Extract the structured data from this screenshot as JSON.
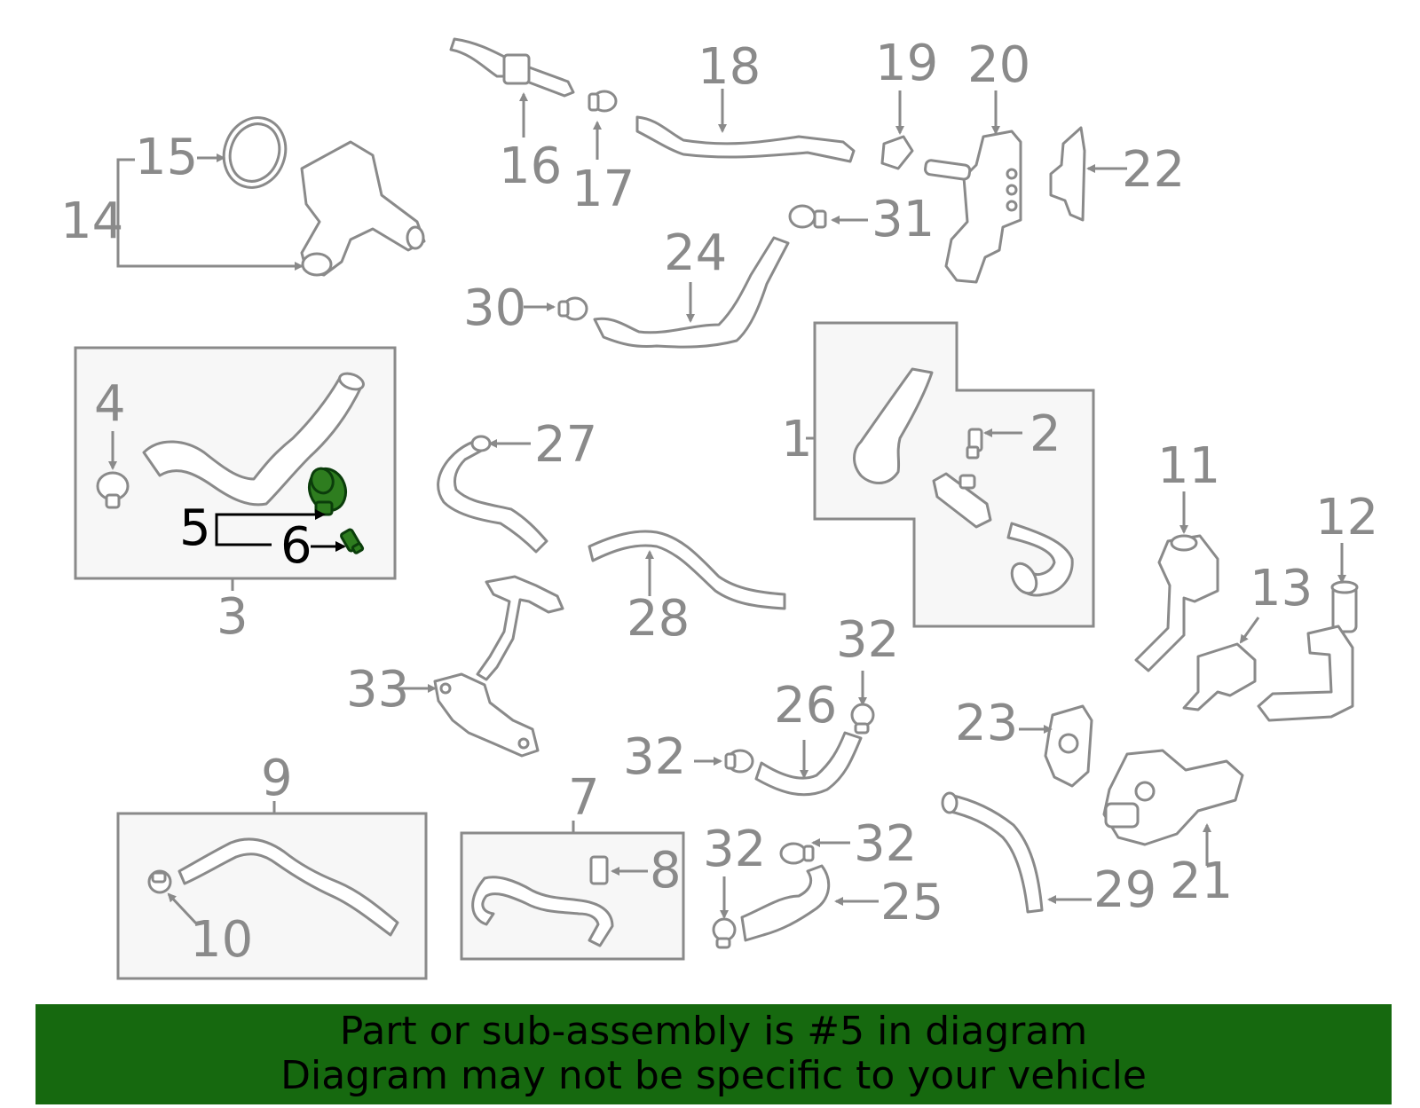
{
  "diagram": {
    "highlight_part": "5",
    "highlight_color": "#2e7d1f",
    "line_color": "#8a8a8a",
    "callouts": {
      "c1": "1",
      "c2": "2",
      "c3": "3",
      "c4": "4",
      "c5": "5",
      "c6": "6",
      "c7": "7",
      "c8": "8",
      "c9": "9",
      "c10": "10",
      "c11": "11",
      "c12": "12",
      "c13": "13",
      "c14": "14",
      "c15": "15",
      "c16": "16",
      "c17": "17",
      "c18": "18",
      "c19": "19",
      "c20": "20",
      "c21": "21",
      "c22": "22",
      "c23": "23",
      "c24": "24",
      "c25": "25",
      "c26": "26",
      "c27": "27",
      "c28": "28",
      "c29": "29",
      "c30": "30",
      "c31": "31",
      "c32a": "32",
      "c32b": "32",
      "c32c": "32",
      "c32d": "32",
      "c33": "33"
    }
  },
  "banner": {
    "color": "#16690f",
    "line1": "Part or sub-assembly is #5 in diagram",
    "line2": "Diagram may not be specific to your vehicle"
  }
}
